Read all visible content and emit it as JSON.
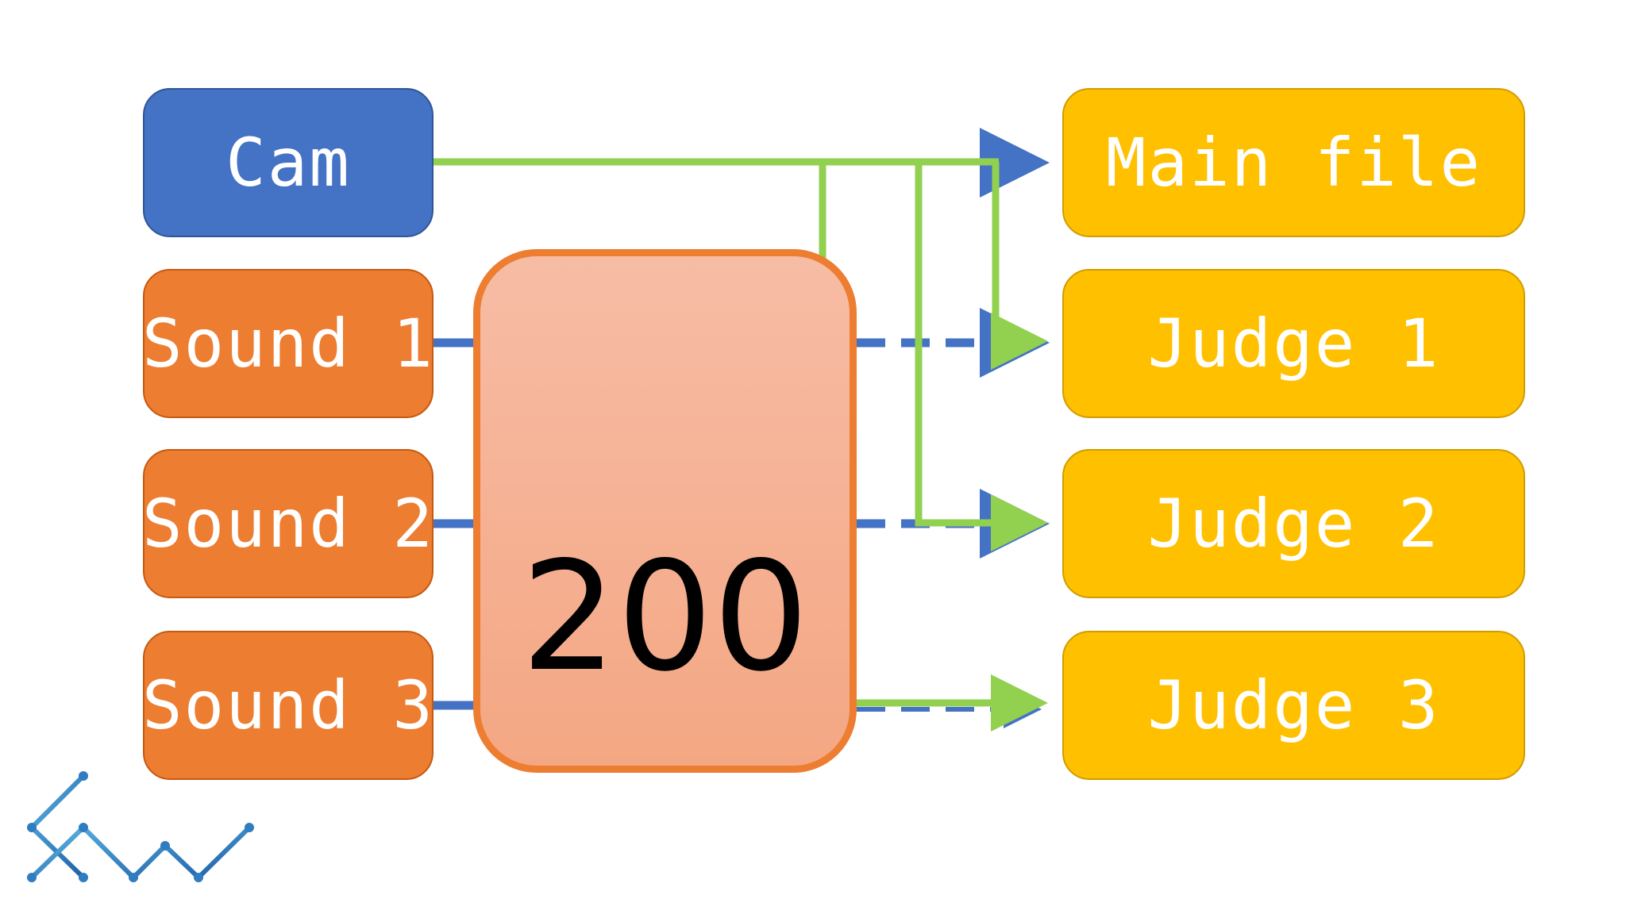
{
  "sources": {
    "cam": "Cam",
    "sound1": "Sound 1",
    "sound2": "Sound 2",
    "sound3": "Sound 3"
  },
  "hub": {
    "value": "200"
  },
  "destinations": {
    "main_file": "Main file",
    "judge1": "Judge 1",
    "judge2": "Judge 2",
    "judge3": "Judge 3"
  },
  "colors": {
    "cam": "#4472c4",
    "sound": "#ed7d31",
    "destination": "#ffc000",
    "hub_fill": "#f5b191",
    "video_line": "#92d050",
    "audio_line": "#4472c4"
  },
  "logo": {
    "icon": "zigzag-network-logo"
  }
}
